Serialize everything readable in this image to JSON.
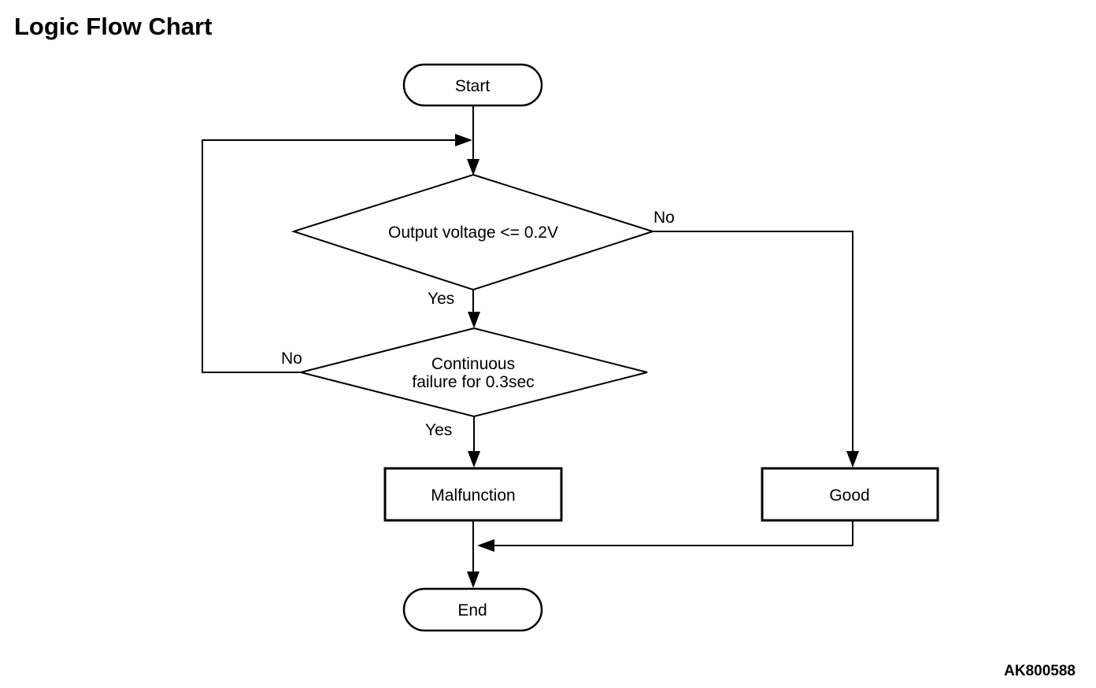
{
  "page": {
    "title": "Logic Flow Chart",
    "figure_code": "AK800588"
  },
  "colors": {
    "ink": "#000000",
    "background": "#ffffff"
  },
  "flowchart": {
    "nodes": {
      "start": {
        "type": "terminator",
        "label": "Start"
      },
      "decision_voltage": {
        "type": "decision",
        "label": "Output voltage <= 0.2V"
      },
      "decision_duration": {
        "type": "decision",
        "label_line1": "Continuous",
        "label_line2": "failure for 0.3sec"
      },
      "malfunction": {
        "type": "process",
        "label": "Malfunction"
      },
      "good": {
        "type": "process",
        "label": "Good"
      },
      "end": {
        "type": "terminator",
        "label": "End"
      }
    },
    "branch_labels": {
      "voltage_no": "No",
      "voltage_yes": "Yes",
      "duration_no": "No",
      "duration_yes": "Yes"
    },
    "edges": [
      {
        "from": "start",
        "to": "decision_voltage",
        "label": ""
      },
      {
        "from": "decision_voltage",
        "to": "good",
        "label": "No"
      },
      {
        "from": "decision_voltage",
        "to": "decision_duration",
        "label": "Yes"
      },
      {
        "from": "decision_duration",
        "to": "decision_voltage",
        "label": "No"
      },
      {
        "from": "decision_duration",
        "to": "malfunction",
        "label": "Yes"
      },
      {
        "from": "malfunction",
        "to": "end",
        "label": ""
      },
      {
        "from": "good",
        "to": "end",
        "label": ""
      }
    ]
  }
}
